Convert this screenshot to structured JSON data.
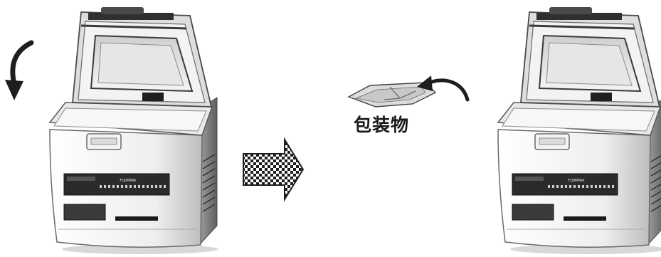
{
  "diagram": {
    "package_label": "包装物",
    "machine_display_text": "FUJIMPAK",
    "steps": [
      "machine-before",
      "next-step-arrow",
      "machine-after"
    ],
    "colors": {
      "body": "#f1f1ef",
      "panel": "#2b2b2b",
      "lid_frame": "#d8d8d8",
      "arrow_dark": "#1e1e1e",
      "arrow_light": "#ffffff"
    }
  }
}
